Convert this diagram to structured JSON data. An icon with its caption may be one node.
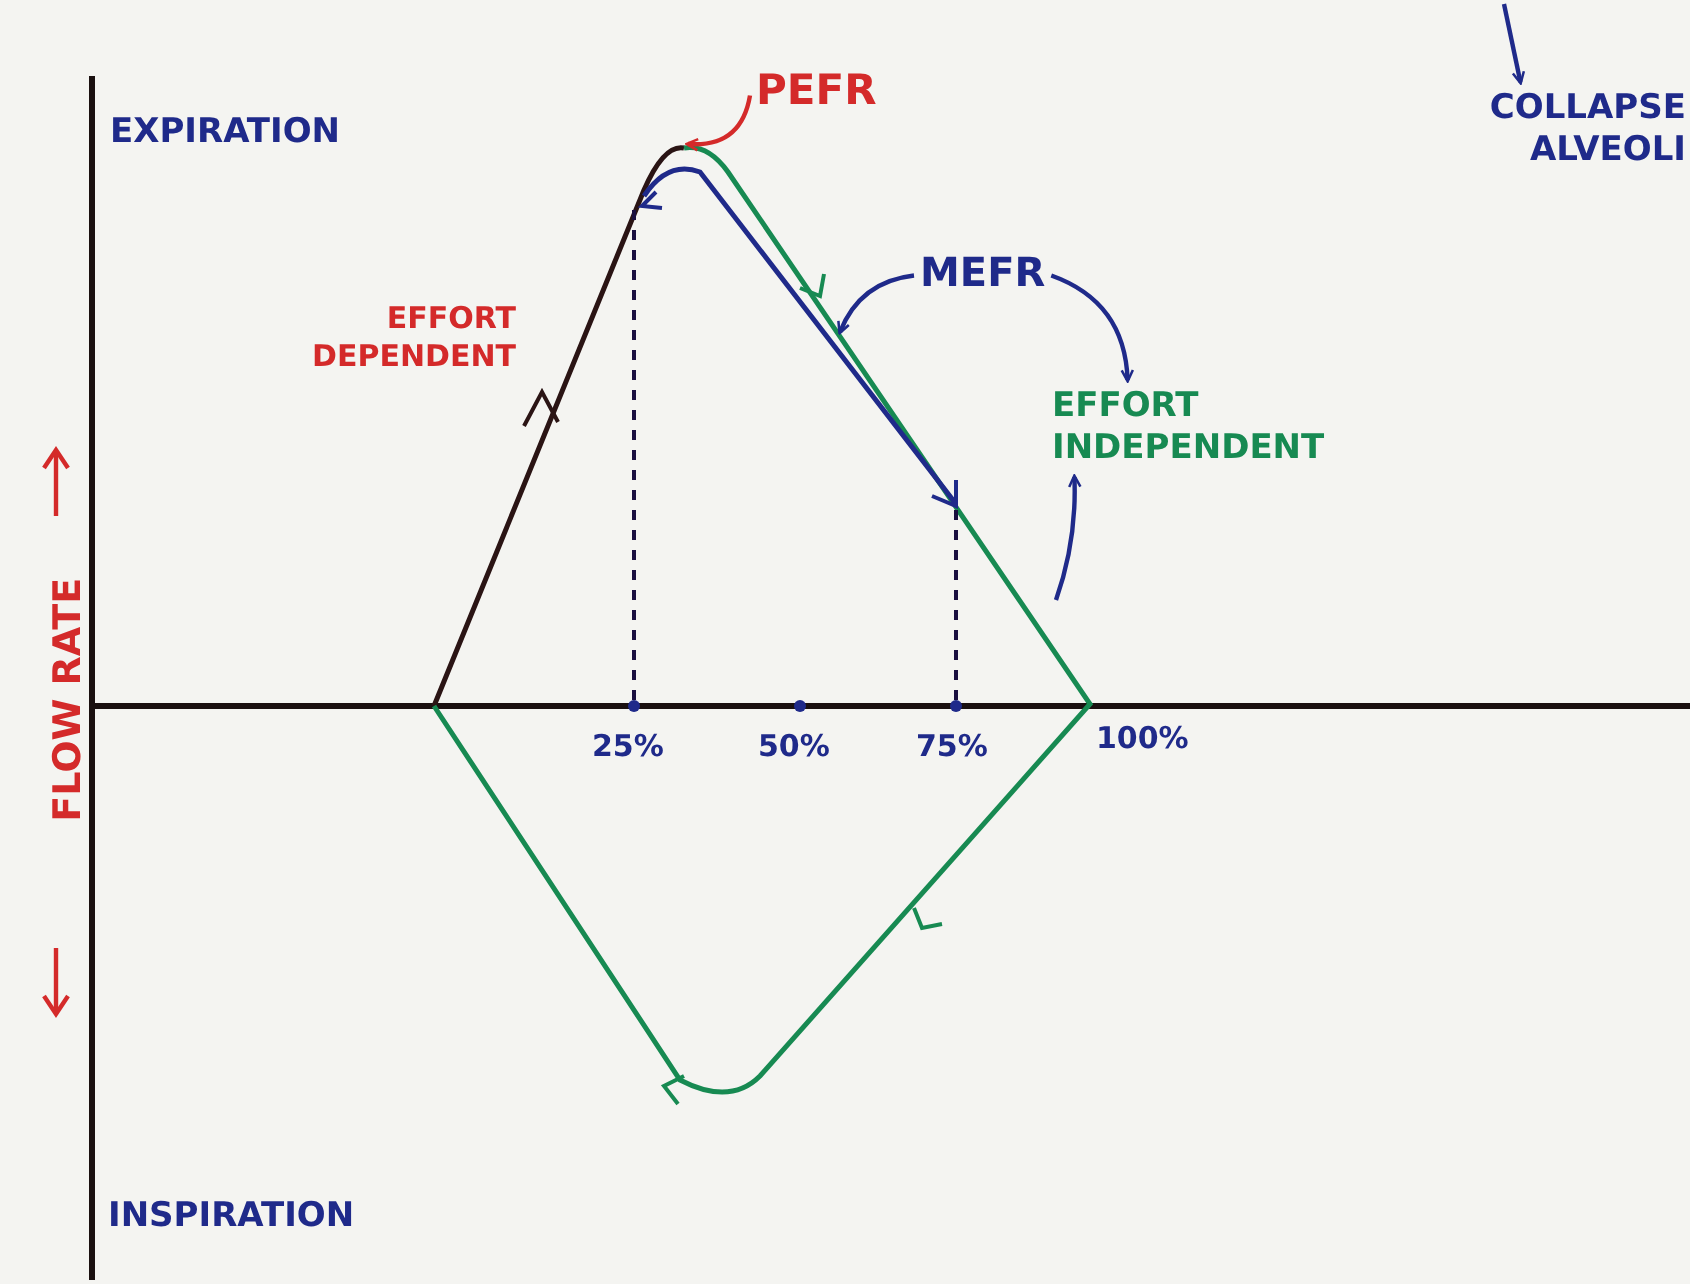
{
  "diagram": {
    "nodes": [
      {
        "text": [
          "PEFR"
        ]
      },
      {
        "text": [
          "COLLAPSE ALVEOLI"
        ]
      },
      {
        "text": [
          "MEFR"
        ]
      },
      {
        "text": [
          "EFFORT INDEPENDENT"
        ]
      }
    ],
    "edges": [
      {
        "from": 0,
        "to": null,
        "arrow": "to",
        "color": "#d42a2a"
      },
      {
        "from": null,
        "to": 1,
        "arrow": "to"
      },
      {
        "from": 2,
        "to": null,
        "arrow": "to"
      },
      {
        "from": 2,
        "to": 3,
        "arrow": "to"
      },
      {
        "from": null,
        "to": 3,
        "arrow": "to"
      }
    ],
    "labels": [
      "EXPIRATION",
      "EFFORT DEPENDENT",
      "FLOW RATE",
      "25%",
      "50%",
      "75%",
      "100%",
      "INSPIRATION"
    ]
  }
}
